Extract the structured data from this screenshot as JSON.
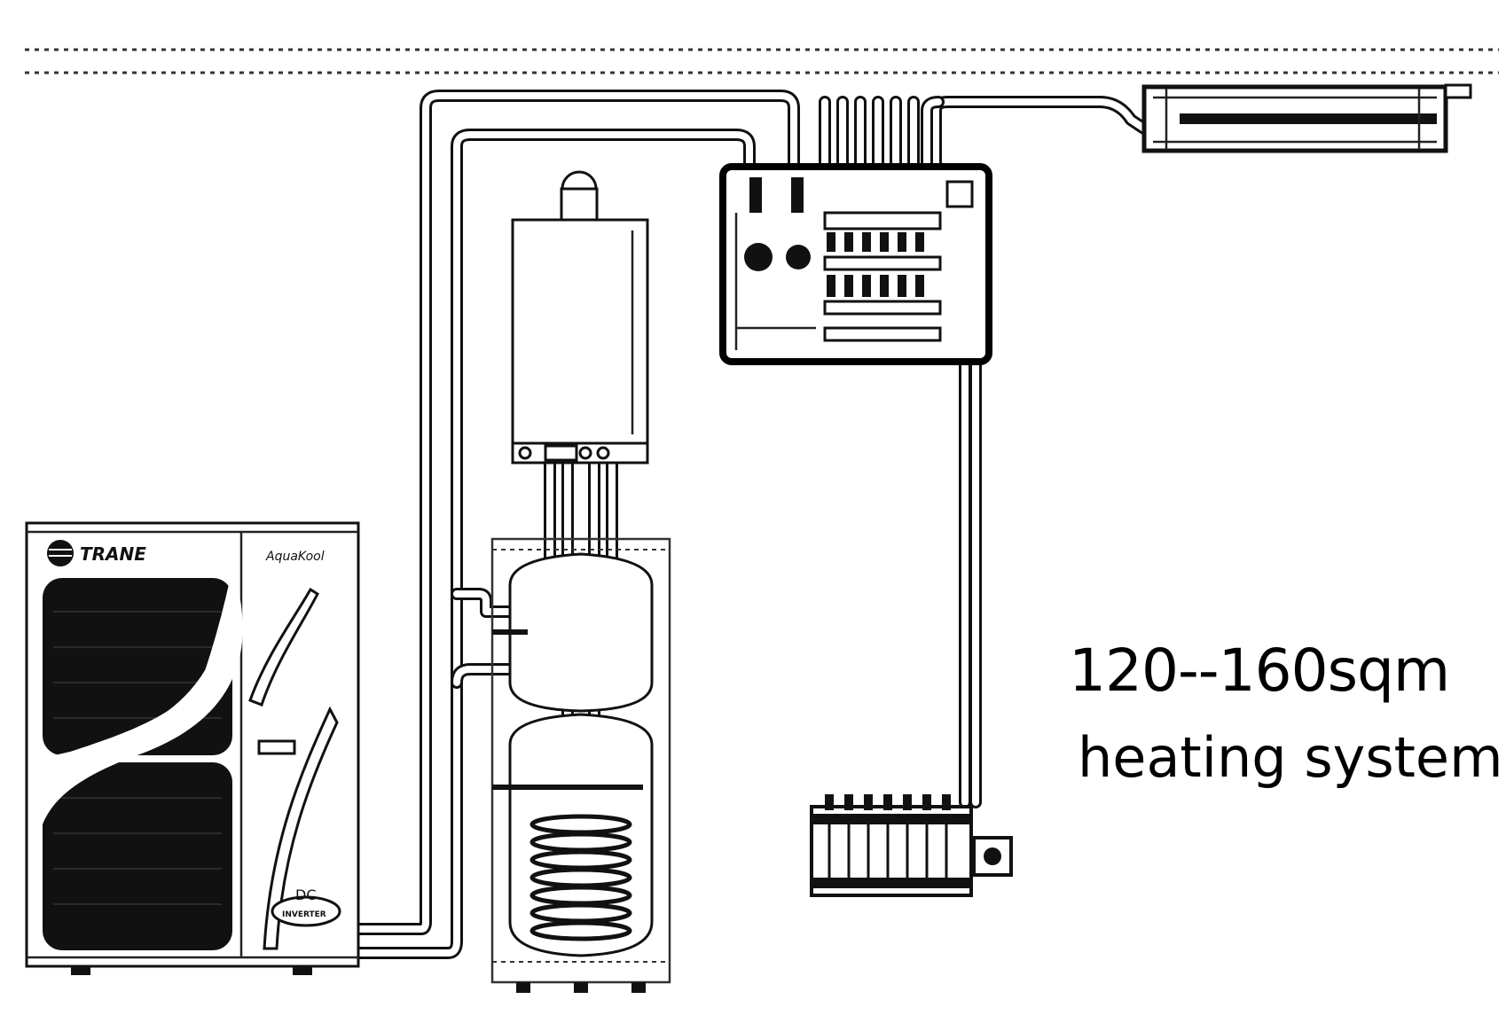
{
  "caption": {
    "line1": "120--160sqm",
    "line2": "heating system"
  },
  "heat_pump": {
    "brand": "TRANE",
    "model": "AquaKool",
    "badge_top": "DC",
    "badge_bottom": "INVERTER"
  },
  "colors": {
    "line": "#111111",
    "background": "#ffffff"
  }
}
